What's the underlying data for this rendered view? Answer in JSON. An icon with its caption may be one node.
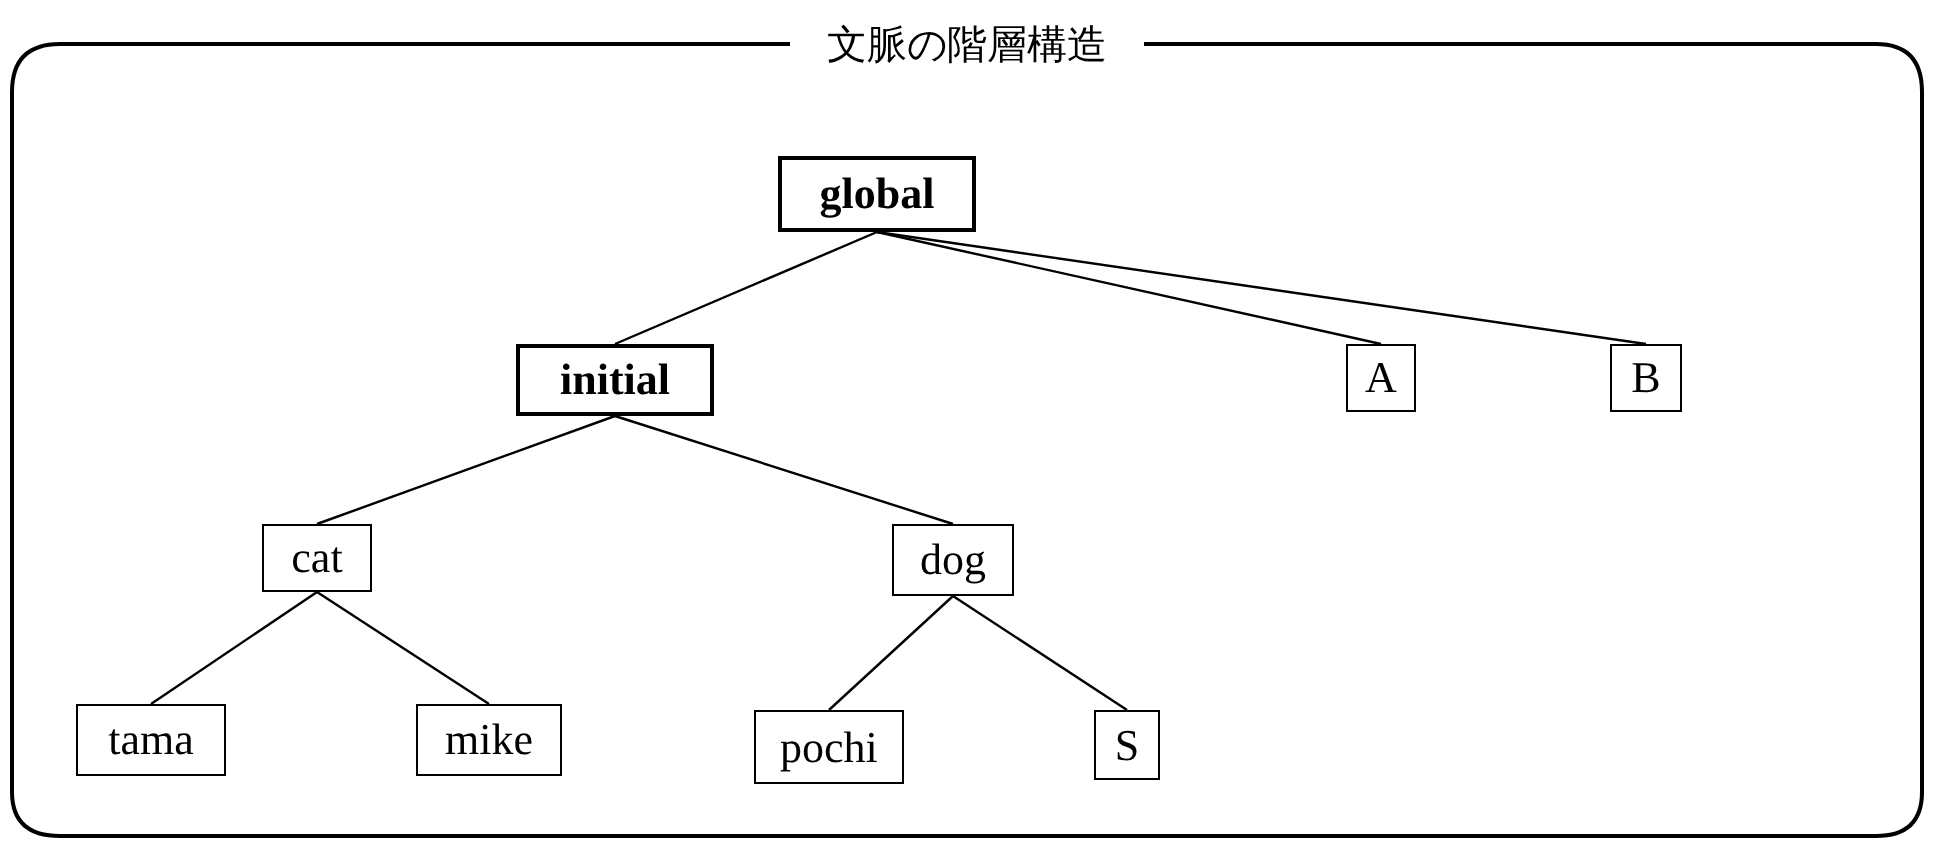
{
  "diagram": {
    "title": "文脈の階層構造",
    "nodes": [
      {
        "text": [
          "global"
        ]
      },
      {
        "text": [
          "initial"
        ]
      },
      {
        "text": [
          "A"
        ]
      },
      {
        "text": [
          "B"
        ]
      },
      {
        "text": [
          "cat"
        ]
      },
      {
        "text": [
          "dog"
        ]
      },
      {
        "text": [
          "tama"
        ]
      },
      {
        "text": [
          "mike"
        ]
      },
      {
        "text": [
          "pochi"
        ]
      },
      {
        "text": [
          "S"
        ]
      }
    ],
    "edges": [
      {
        "from": 0,
        "to": 1,
        "arrow": "none"
      },
      {
        "from": 0,
        "to": 2,
        "arrow": "none"
      },
      {
        "from": 0,
        "to": 3,
        "arrow": "none"
      },
      {
        "from": 1,
        "to": 4,
        "arrow": "none"
      },
      {
        "from": 1,
        "to": 5,
        "arrow": "none"
      },
      {
        "from": 4,
        "to": 6,
        "arrow": "none"
      },
      {
        "from": 4,
        "to": 7,
        "arrow": "none"
      },
      {
        "from": 5,
        "to": 8,
        "arrow": "none"
      },
      {
        "from": 5,
        "to": 9,
        "arrow": "none"
      }
    ]
  }
}
